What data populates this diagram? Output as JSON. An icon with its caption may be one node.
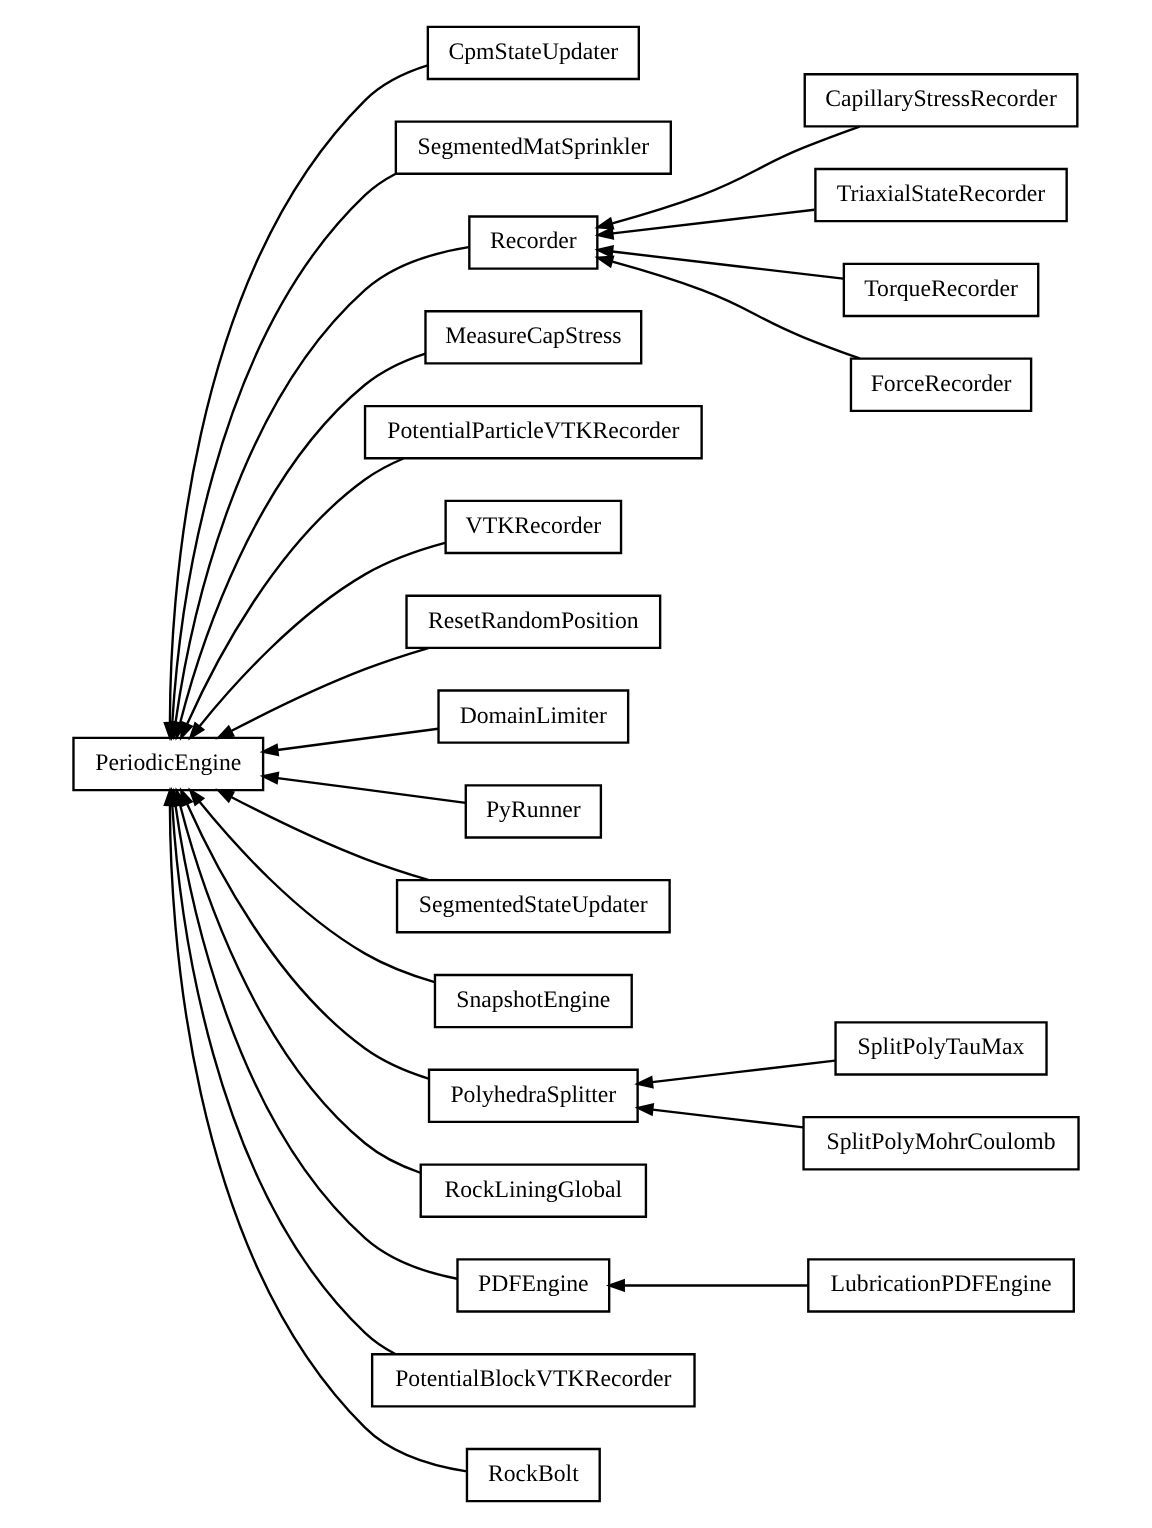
{
  "diagram": {
    "nodes": [
      {
        "text": [
          "PeriodicEngine"
        ]
      },
      {
        "text": [
          "CpmStateUpdater"
        ]
      },
      {
        "text": [
          "SegmentedMatSprinkler"
        ]
      },
      {
        "text": [
          "Recorder"
        ]
      },
      {
        "text": [
          "MeasureCapStress"
        ]
      },
      {
        "text": [
          "PotentialParticleVTKRecorder"
        ]
      },
      {
        "text": [
          "VTKRecorder"
        ]
      },
      {
        "text": [
          "ResetRandomPosition"
        ]
      },
      {
        "text": [
          "DomainLimiter"
        ]
      },
      {
        "text": [
          "PyRunner"
        ]
      },
      {
        "text": [
          "SegmentedStateUpdater"
        ]
      },
      {
        "text": [
          "SnapshotEngine"
        ]
      },
      {
        "text": [
          "PolyhedraSplitter"
        ]
      },
      {
        "text": [
          "RockLiningGlobal"
        ]
      },
      {
        "text": [
          "PDFEngine"
        ]
      },
      {
        "text": [
          "PotentialBlockVTKRecorder"
        ]
      },
      {
        "text": [
          "RockBolt"
        ]
      },
      {
        "text": [
          "CapillaryStressRecorder"
        ]
      },
      {
        "text": [
          "TriaxialStateRecorder"
        ]
      },
      {
        "text": [
          "TorqueRecorder"
        ]
      },
      {
        "text": [
          "ForceRecorder"
        ]
      },
      {
        "text": [
          "SplitPolyTauMax"
        ]
      },
      {
        "text": [
          "SplitPolyMohrCoulomb"
        ]
      },
      {
        "text": [
          "LubricationPDFEngine"
        ]
      }
    ],
    "edges": [
      {
        "from": 1,
        "to": 0,
        "arrow": "to"
      },
      {
        "from": 2,
        "to": 0,
        "arrow": "to"
      },
      {
        "from": 3,
        "to": 0,
        "arrow": "to"
      },
      {
        "from": 4,
        "to": 0,
        "arrow": "to"
      },
      {
        "from": 5,
        "to": 0,
        "arrow": "to"
      },
      {
        "from": 6,
        "to": 0,
        "arrow": "to"
      },
      {
        "from": 7,
        "to": 0,
        "arrow": "to"
      },
      {
        "from": 8,
        "to": 0,
        "arrow": "to"
      },
      {
        "from": 9,
        "to": 0,
        "arrow": "to"
      },
      {
        "from": 10,
        "to": 0,
        "arrow": "to"
      },
      {
        "from": 11,
        "to": 0,
        "arrow": "to"
      },
      {
        "from": 12,
        "to": 0,
        "arrow": "to"
      },
      {
        "from": 13,
        "to": 0,
        "arrow": "to"
      },
      {
        "from": 14,
        "to": 0,
        "arrow": "to"
      },
      {
        "from": 15,
        "to": 0,
        "arrow": "to"
      },
      {
        "from": 16,
        "to": 0,
        "arrow": "to"
      },
      {
        "from": 17,
        "to": 3,
        "arrow": "to"
      },
      {
        "from": 18,
        "to": 3,
        "arrow": "to"
      },
      {
        "from": 19,
        "to": 3,
        "arrow": "to"
      },
      {
        "from": 20,
        "to": 3,
        "arrow": "to"
      },
      {
        "from": 21,
        "to": 12,
        "arrow": "to"
      },
      {
        "from": 22,
        "to": 12,
        "arrow": "to"
      },
      {
        "from": 23,
        "to": 14,
        "arrow": "to"
      }
    ]
  }
}
